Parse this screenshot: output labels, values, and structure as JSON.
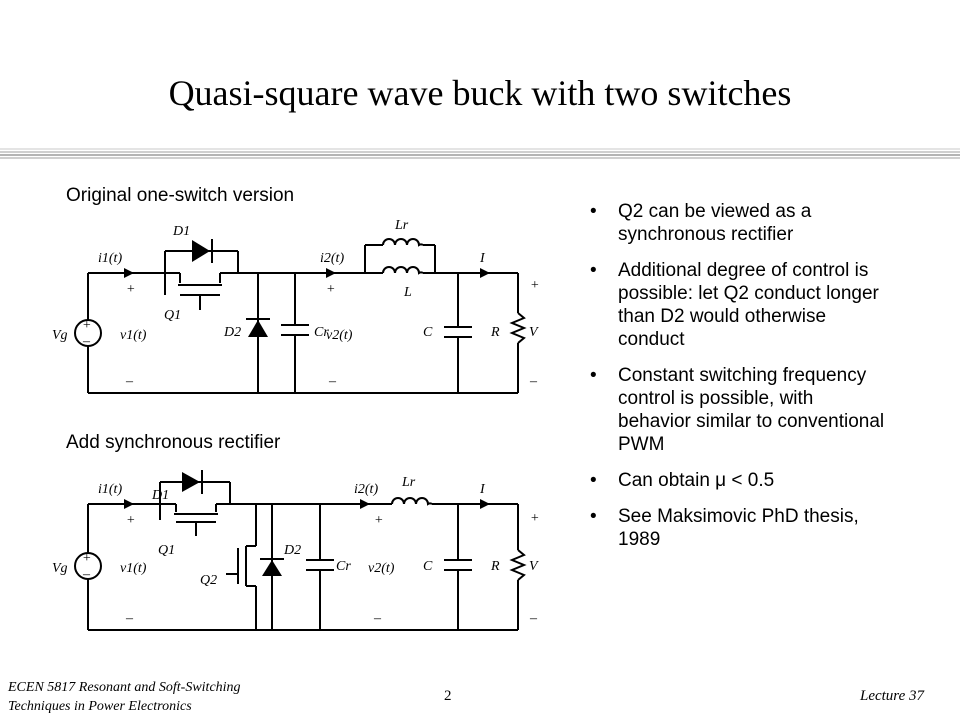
{
  "slide": {
    "title": "Quasi-square wave buck with two switches",
    "caption_top": "Original one-switch version",
    "caption_bottom": "Add synchronous rectifier",
    "bullets": [
      "Q2 can be viewed as a synchronous rectifier",
      "Additional degree of control is possible: let Q2 conduct longer than D2 would otherwise conduct",
      "Constant switching frequency control is possible, with behavior similar to conventional PWM",
      "Can obtain μ < 0.5",
      "See Maksimovic PhD thesis, 1989"
    ]
  },
  "circuit_labels": {
    "i1": "i1(t)",
    "i2": "i2(t)",
    "v1": "v1(t)",
    "v2": "v2(t)",
    "vg": "Vg",
    "d1": "D1",
    "d2": "D2",
    "q1": "Q1",
    "q2": "Q2",
    "cr": "Cr",
    "lr": "Lr",
    "l": "L",
    "c": "C",
    "r": "R",
    "i_out": "I",
    "v_out": "V",
    "plus": "+",
    "minus": "–"
  },
  "footer": {
    "course_line1": "ECEN 5817  Resonant and Soft-Switching",
    "course_line2": "Techniques in Power Electronics",
    "page": "2",
    "lecture": "Lecture 37"
  },
  "colors": {
    "rule_light": "#d8d8d8",
    "rule_mid": "#bdbdbd",
    "rule_dark": "#9a9a9a"
  }
}
